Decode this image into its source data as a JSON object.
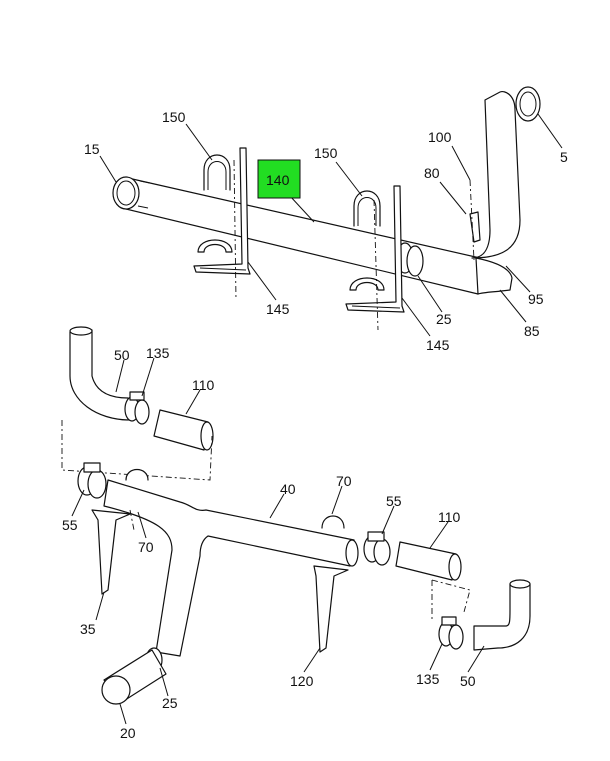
{
  "diagram": {
    "highlight_color": "#22dd22",
    "callouts": {
      "c150a": "150",
      "c15": "15",
      "c150b": "150",
      "c140": "140",
      "c100": "100",
      "c80": "80",
      "c5": "5",
      "c145a": "145",
      "c25a": "25",
      "c145b": "145",
      "c95": "95",
      "c85": "85",
      "c50a": "50",
      "c135a": "135",
      "c110a": "110",
      "c40": "40",
      "c70a": "70",
      "c55a": "55",
      "c70b": "70",
      "c55b": "55",
      "c110b": "110",
      "c35": "35",
      "c120": "120",
      "c135b": "135",
      "c50b": "50",
      "c25b": "25",
      "c20": "20"
    }
  }
}
